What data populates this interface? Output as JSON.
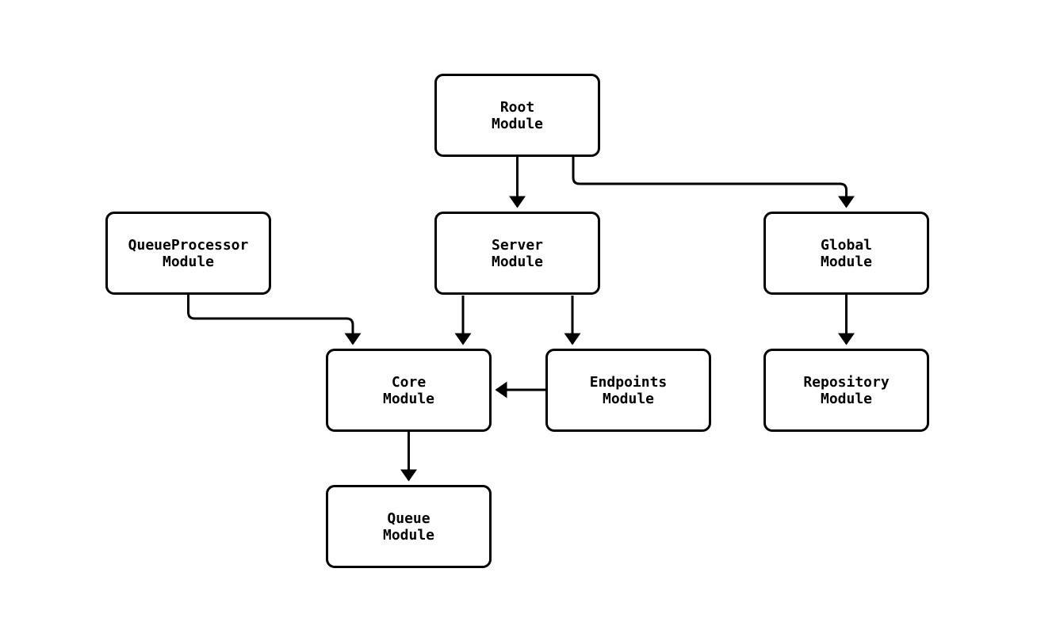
{
  "diagram": {
    "background_color": "#ffffff",
    "node_fill_color": "#ffffff",
    "node_border_color": "#000000",
    "edge_color": "#000000",
    "text_color": "#000000",
    "nodes": [
      {
        "id": "root",
        "label_line1": "Root",
        "label_line2": "Module"
      },
      {
        "id": "queueprocessor",
        "label_line1": "QueueProcessor",
        "label_line2": "Module"
      },
      {
        "id": "server",
        "label_line1": "Server",
        "label_line2": "Module"
      },
      {
        "id": "global",
        "label_line1": "Global",
        "label_line2": "Module"
      },
      {
        "id": "core",
        "label_line1": "Core",
        "label_line2": "Module"
      },
      {
        "id": "endpoints",
        "label_line1": "Endpoints",
        "label_line2": "Module"
      },
      {
        "id": "repository",
        "label_line1": "Repository",
        "label_line2": "Module"
      },
      {
        "id": "queue",
        "label_line1": "Queue",
        "label_line2": "Module"
      }
    ],
    "edges": [
      {
        "from": "Root Module",
        "to": "Server Module"
      },
      {
        "from": "Root Module",
        "to": "Global Module"
      },
      {
        "from": "QueueProcessor Module",
        "to": "Core Module"
      },
      {
        "from": "Server Module",
        "to": "Core Module"
      },
      {
        "from": "Server Module",
        "to": "Endpoints Module"
      },
      {
        "from": "Endpoints Module",
        "to": "Core Module"
      },
      {
        "from": "Global Module",
        "to": "Repository Module"
      },
      {
        "from": "Core Module",
        "to": "Queue Module"
      }
    ]
  }
}
